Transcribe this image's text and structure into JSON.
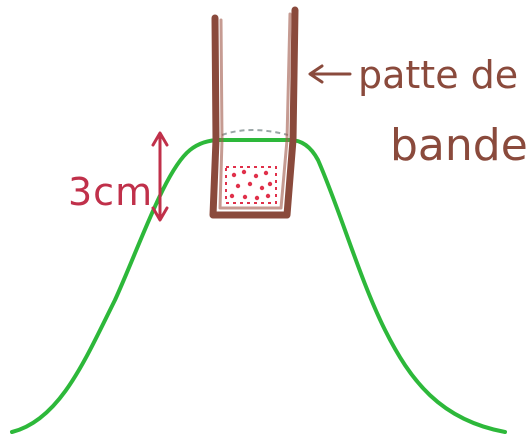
{
  "annotation": {
    "arrow_label_line1": "patte de",
    "arrow_label_line2": "bande"
  },
  "measurement": {
    "label": "3cm"
  },
  "colors": {
    "curve": "#2db83a",
    "band": "#8a4a3c",
    "measure": "#c0304a",
    "dots": "#e0304a",
    "dashed": "#9aa6a6",
    "label_text": "#8a4a3c"
  }
}
